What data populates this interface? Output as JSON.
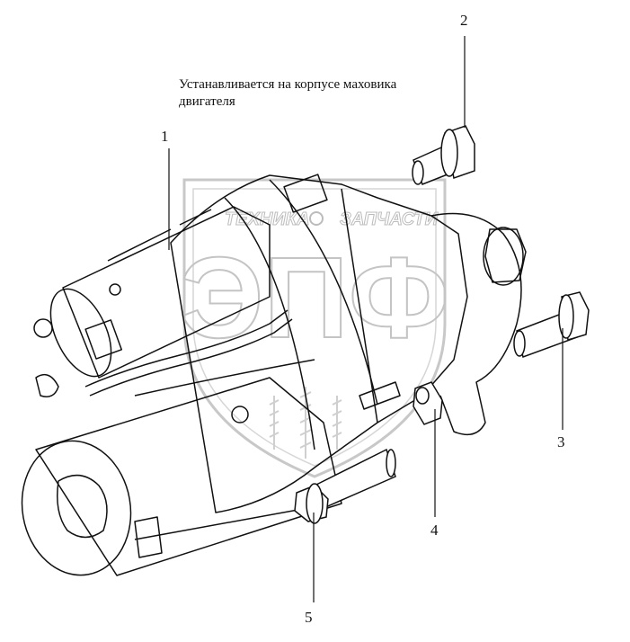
{
  "note": {
    "line1": "Устанавливается на корпусе маховика",
    "line2": "двигателя"
  },
  "callouts": [
    {
      "id": "1",
      "label": "1"
    },
    {
      "id": "2",
      "label": "2"
    },
    {
      "id": "3",
      "label": "3"
    },
    {
      "id": "4",
      "label": "4"
    },
    {
      "id": "5",
      "label": "5"
    }
  ],
  "watermark": {
    "left": "ТЕХНИКА",
    "right": "ЗАПЧАСТИ",
    "logo": "ЭПФ"
  }
}
